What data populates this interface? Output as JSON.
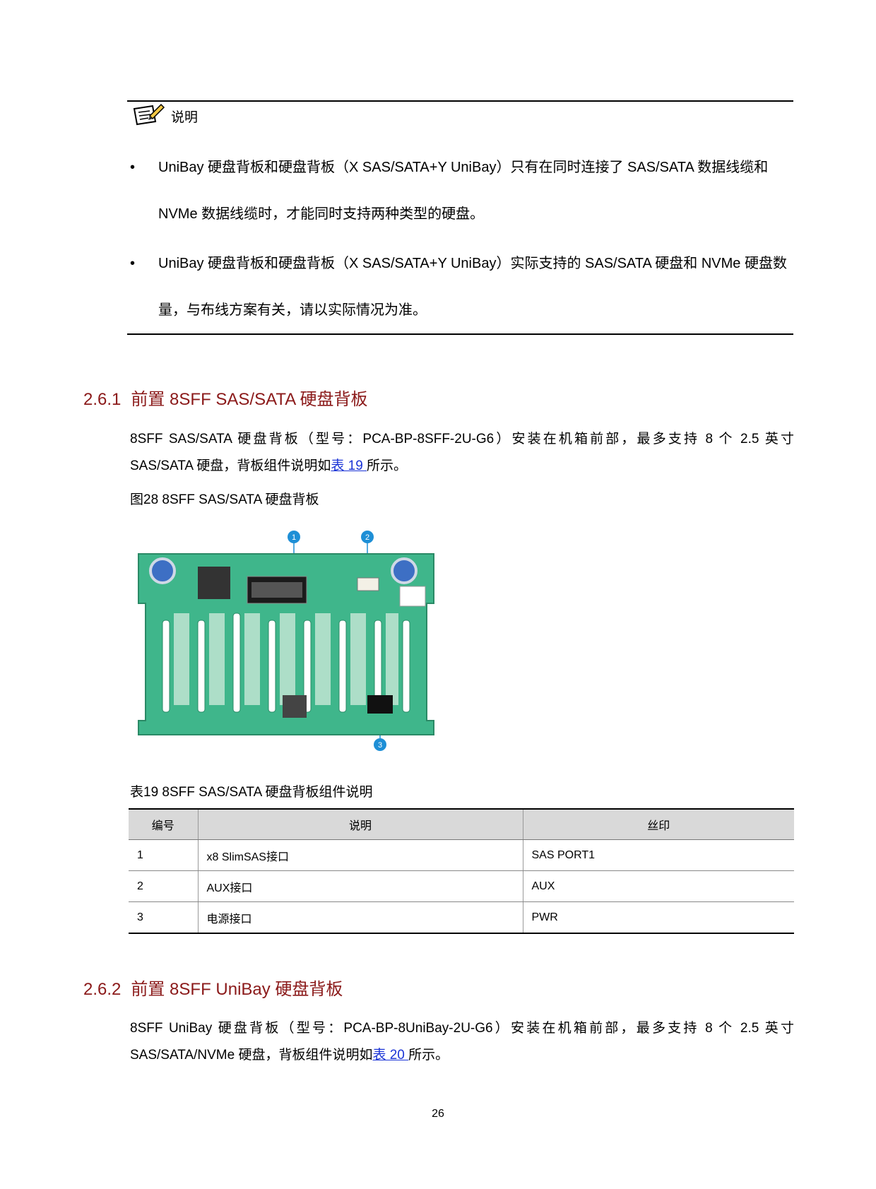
{
  "note": {
    "title": "说明",
    "items": [
      "UniBay 硬盘背板和硬盘背板（X SAS/SATA+Y UniBay）只有在同时连接了 SAS/SATA 数据线缆和 NVMe 数据线缆时，才能同时支持两种类型的硬盘。",
      "UniBay 硬盘背板和硬盘背板（X SAS/SATA+Y UniBay）实际支持的 SAS/SATA 硬盘和 NVMe 硬盘数量，与布线方案有关，请以实际情况为准。"
    ]
  },
  "section1": {
    "number": "2.6.1",
    "title": "前置 8SFF SAS/SATA 硬盘背板",
    "para_before_link": "8SFF SAS/SATA 硬盘背板（型号：PCA-BP-8SFF-2U-G6）安装在机箱前部，最多支持 8 个 2.5 英寸 SAS/SATA 硬盘，背板组件说明如",
    "link": "表 19 ",
    "para_after_link": "所示。",
    "figure_caption": "图28 8SFF SAS/SATA 硬盘背板",
    "figure_callouts": [
      "1",
      "2",
      "3"
    ],
    "table_caption": "表19 8SFF SAS/SATA 硬盘背板组件说明",
    "table": {
      "headers": [
        "编号",
        "说明",
        "丝印"
      ],
      "rows": [
        [
          "1",
          "x8 SlimSAS接口",
          "SAS PORT1"
        ],
        [
          "2",
          "AUX接口",
          "AUX"
        ],
        [
          "3",
          "电源接口",
          "PWR"
        ]
      ]
    }
  },
  "section2": {
    "number": "2.6.2",
    "title": "前置 8SFF UniBay 硬盘背板",
    "para_before_link": "8SFF UniBay 硬盘背板（型号：PCA-BP-8UniBay-2U-G6）安装在机箱前部，最多支持 8 个 2.5 英寸 SAS/SATA/NVMe 硬盘，背板组件说明如",
    "link": "表 20 ",
    "para_after_link": "所示。"
  },
  "page_number": "26",
  "colors": {
    "heading": "#8b1a1a",
    "link": "#1a33d6",
    "pcb": "#3fb68b",
    "callout": "#1e8fd6"
  }
}
